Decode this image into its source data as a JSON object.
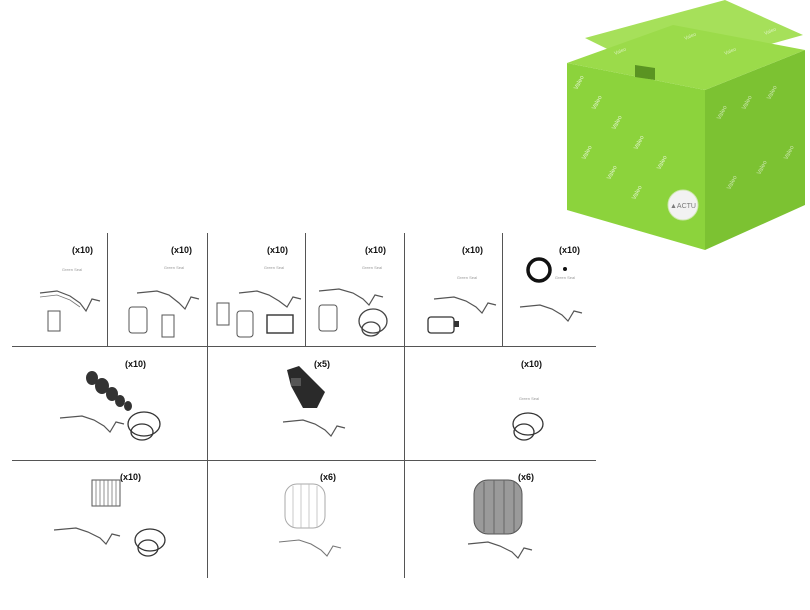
{
  "brand": {
    "box_logo_text": "Valeo",
    "box_color": "#8cd33c",
    "box_dark": "#6fb52a"
  },
  "grid": {
    "row1": [
      {
        "qty": "(x10)",
        "note": "Green Seal"
      },
      {
        "qty": "(x10)",
        "note": "Green Seal"
      },
      {
        "qty": "(x10)",
        "note": "Green Seal"
      },
      {
        "qty": "(x10)",
        "note": "Green Seal"
      },
      {
        "qty": "(x10)",
        "note": "Green Seal"
      },
      {
        "qty": "(x10)",
        "note": "Green Seal"
      }
    ],
    "row2": [
      {
        "qty": "(x10)"
      },
      {
        "qty": "(x5)"
      },
      {
        "qty": "(x10)",
        "note": "Green Seal"
      }
    ],
    "row3": [
      {
        "qty": "(x10)"
      },
      {
        "qty": "(x6)"
      },
      {
        "qty": "(x6)"
      }
    ]
  }
}
